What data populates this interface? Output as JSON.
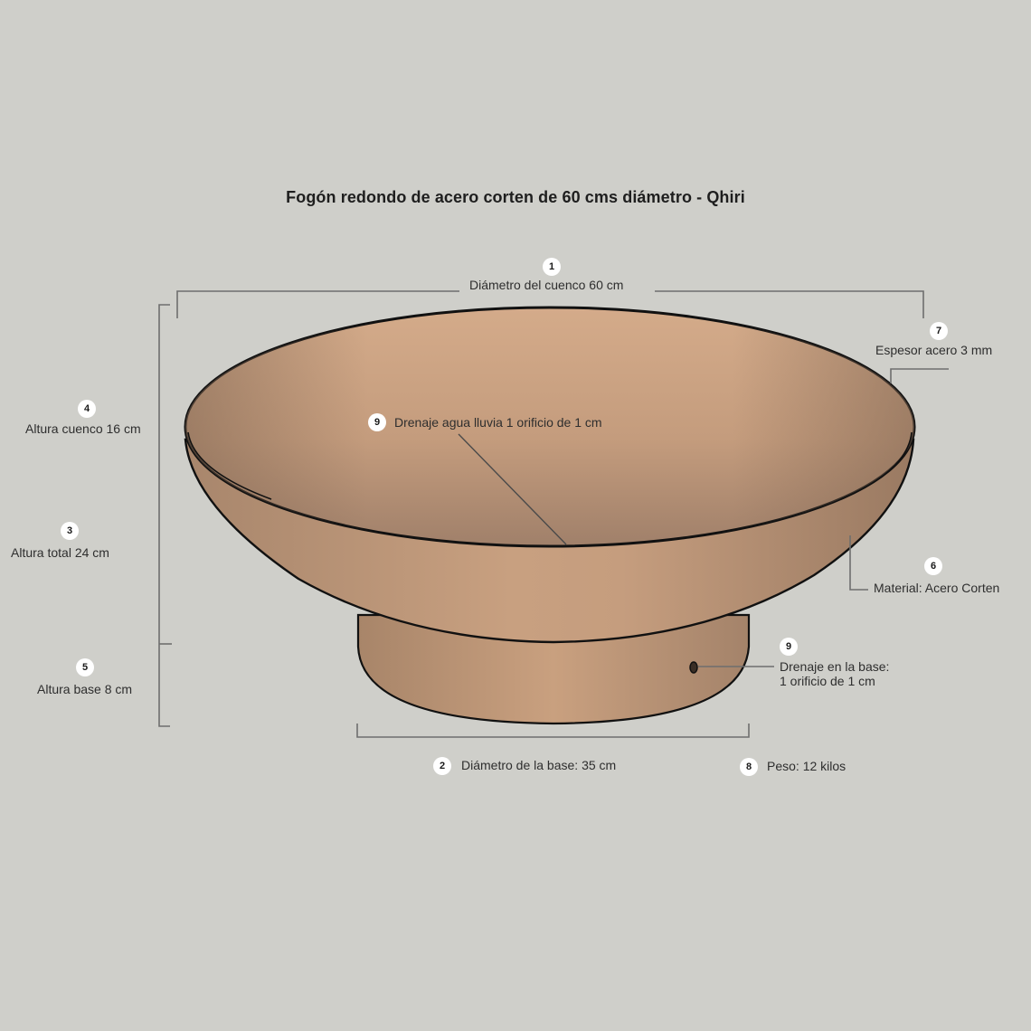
{
  "title": "Fogón redondo de acero corten de 60 cms diámetro - Qhiri",
  "colors": {
    "background": "#cfcfca",
    "steel_light": "#d2a887",
    "steel_mid": "#b98f6f",
    "steel_dark": "#8e6e57",
    "outline": "#111111",
    "dimension_line": "#6e6e6e"
  },
  "annotations": [
    {
      "number": "1",
      "label": "Diámetro del cuenco 60 cm"
    },
    {
      "number": "2",
      "label": "Diámetro de la base: 35 cm"
    },
    {
      "number": "3",
      "label": "Altura total 24 cm"
    },
    {
      "number": "4",
      "label": "Altura cuenco 16 cm"
    },
    {
      "number": "5",
      "label": "Altura base 8 cm"
    },
    {
      "number": "6",
      "label": "Material: Acero Corten"
    },
    {
      "number": "7",
      "label": "Espesor acero 3 mm"
    },
    {
      "number": "8",
      "label": "Peso: 12 kilos"
    },
    {
      "number": "9",
      "label": "Drenaje agua lluvia 1 orificio de 1 cm"
    },
    {
      "number": "9",
      "label_line1": "Drenaje en la base:",
      "label_line2": "1 orificio de 1 cm"
    }
  ]
}
